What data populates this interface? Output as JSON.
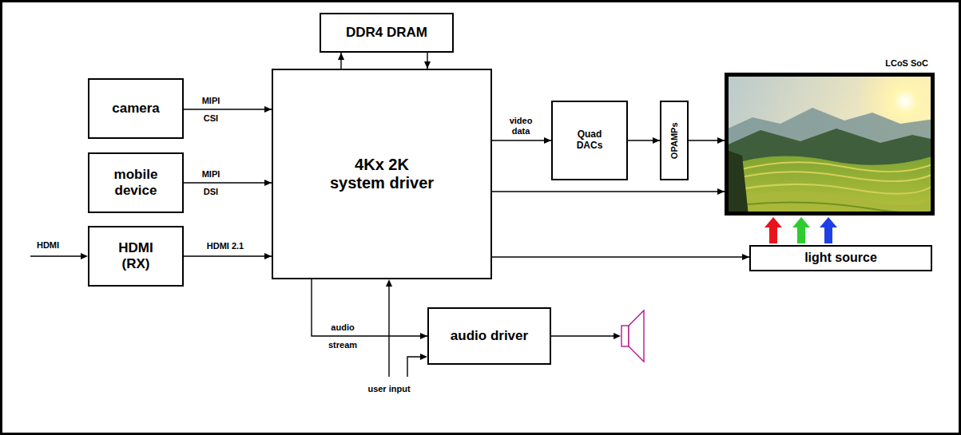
{
  "diagram": {
    "nodes": [
      {
        "text": [
          "DDR4 DRAM"
        ]
      },
      {
        "text": [
          "camera"
        ]
      },
      {
        "text": [
          "mobile device"
        ]
      },
      {
        "text": [
          "HDMI (RX)"
        ]
      },
      {
        "text": [
          "4Kx 2K system driver"
        ]
      },
      {
        "text": [
          "Quad DACs"
        ]
      },
      {
        "text": [
          "OPAMPs"
        ]
      },
      {
        "text": [
          "LCoS SoC"
        ]
      },
      {
        "text": [
          "light source"
        ]
      },
      {
        "text": [
          "audio driver"
        ]
      }
    ],
    "edges": [
      {
        "from": 4,
        "to": 0,
        "arrow": "to"
      },
      {
        "from": 0,
        "to": 4,
        "arrow": "to"
      },
      {
        "from": 1,
        "to": 4,
        "label": "MIPI CSI",
        "arrow": "to"
      },
      {
        "from": 2,
        "to": 4,
        "label": "MIPI DSI",
        "arrow": "to"
      },
      {
        "from": 3,
        "to": 4,
        "label": "HDMI 2.1",
        "arrow": "to"
      },
      {
        "from": 4,
        "to": 5,
        "label": "video data",
        "arrow": "to"
      },
      {
        "from": 5,
        "to": 6,
        "arrow": "to"
      },
      {
        "from": 6,
        "to": 7,
        "arrow": "to"
      },
      {
        "from": 4,
        "to": 7,
        "arrow": "to"
      },
      {
        "from": 4,
        "to": 8,
        "arrow": "to"
      },
      {
        "from": 8,
        "to": 7,
        "arrow": "to"
      },
      {
        "from": 8,
        "to": 7,
        "arrow": "to"
      },
      {
        "from": 8,
        "to": 7,
        "arrow": "to"
      },
      {
        "from": 4,
        "to": 9,
        "label": "audio stream",
        "arrow": "to"
      }
    ],
    "labels": [
      "HDMI",
      "user input"
    ]
  }
}
